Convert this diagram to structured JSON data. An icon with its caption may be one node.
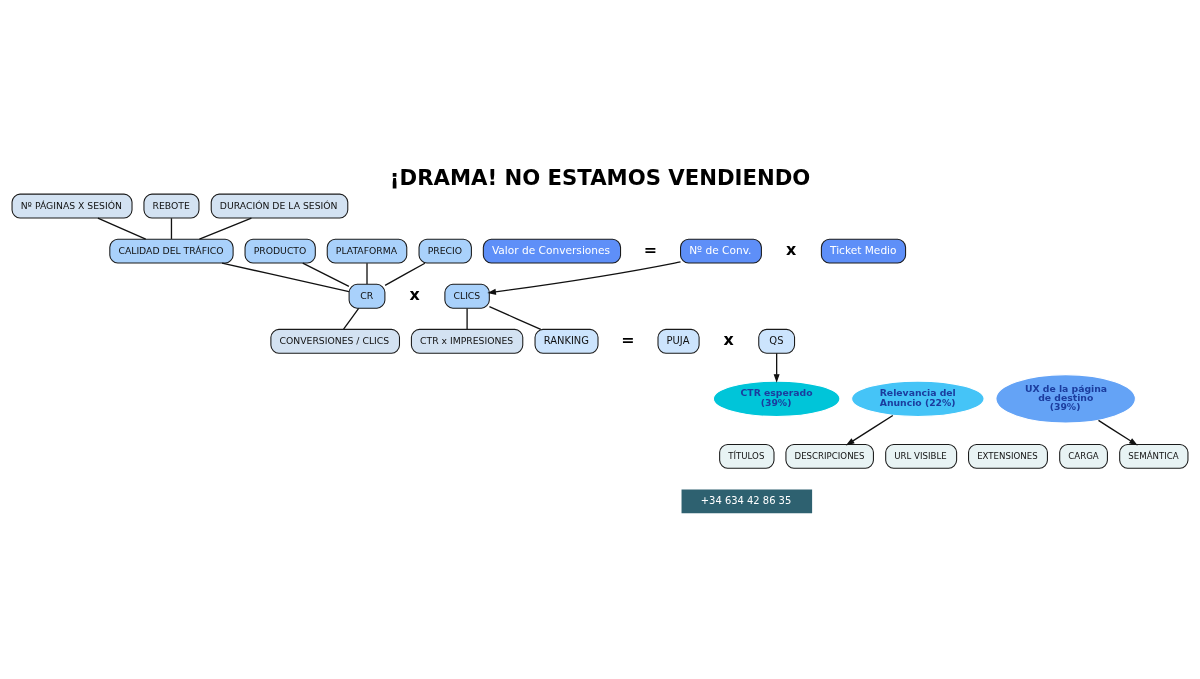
{
  "diagram": {
    "title": "¡DRAMA! NO ESTAMOS VENDIENDO",
    "nodes": [
      {
        "text": [
          "Nº PÁGINAS X SESIÓN"
        ]
      },
      {
        "text": [
          "REBOTE"
        ]
      },
      {
        "text": [
          "DURACIÓN DE LA SESIÓN"
        ]
      },
      {
        "text": [
          "Valor de Conversiones"
        ]
      },
      {
        "text": [
          "Nº de Conv."
        ]
      },
      {
        "text": [
          "Ticket Medio"
        ]
      },
      {
        "text": [
          "PRODUCTO"
        ]
      },
      {
        "text": [
          "PLATAFORMA"
        ]
      },
      {
        "text": [
          "CALIDAD DEL TRÁFICO"
        ]
      },
      {
        "text": [
          "PRECIO"
        ]
      },
      {
        "text": [
          "CONVERSIONES / CLICS"
        ]
      },
      {
        "text": [
          "CR"
        ]
      },
      {
        "text": [
          "CLICS"
        ]
      },
      {
        "text": [
          "CTR x IMPRESIONES"
        ]
      },
      {
        "text": [
          "RANKING"
        ]
      },
      {
        "text": [
          "PUJA"
        ]
      },
      {
        "text": [
          "QS"
        ]
      },
      {
        "text": [
          "TÍTULOS"
        ]
      },
      {
        "text": [
          "DESCRIPCIONES"
        ]
      },
      {
        "text": [
          "URL VISIBLE"
        ]
      },
      {
        "text": [
          "EXTENSIONES"
        ]
      },
      {
        "text": [
          "CTR esperado (39%)"
        ]
      },
      {
        "text": [
          "Relevancia del Anuncio (22%)"
        ]
      },
      {
        "text": [
          "UX de la página de destino (39%)"
        ]
      },
      {
        "text": [
          "CARGA"
        ]
      },
      {
        "text": [
          "SEMÁNTICA"
        ]
      }
    ],
    "edges": [
      {
        "from": 0,
        "to": 8,
        "arrow": "none"
      },
      {
        "from": 1,
        "to": 8,
        "arrow": "none"
      },
      {
        "from": 2,
        "to": 8,
        "arrow": "none"
      },
      {
        "from": 4,
        "to": 12,
        "arrow": "to"
      },
      {
        "from": 6,
        "to": 11,
        "arrow": "none"
      },
      {
        "from": 7,
        "to": 11,
        "arrow": "none"
      },
      {
        "from": 8,
        "to": 11,
        "arrow": "none"
      },
      {
        "from": 9,
        "to": 11,
        "arrow": "none"
      },
      {
        "from": 11,
        "to": 10,
        "arrow": "none"
      },
      {
        "from": 12,
        "to": 13,
        "arrow": "none"
      },
      {
        "from": 12,
        "to": 14,
        "arrow": "none"
      },
      {
        "from": 16,
        "to": 21,
        "arrow": "to"
      },
      {
        "from": 22,
        "to": 18,
        "arrow": "to"
      },
      {
        "from": 23,
        "to": 25,
        "arrow": "to"
      }
    ],
    "labels": [
      "=",
      "x",
      "x",
      "=",
      "x",
      "+34 634 42 86 35"
    ]
  }
}
